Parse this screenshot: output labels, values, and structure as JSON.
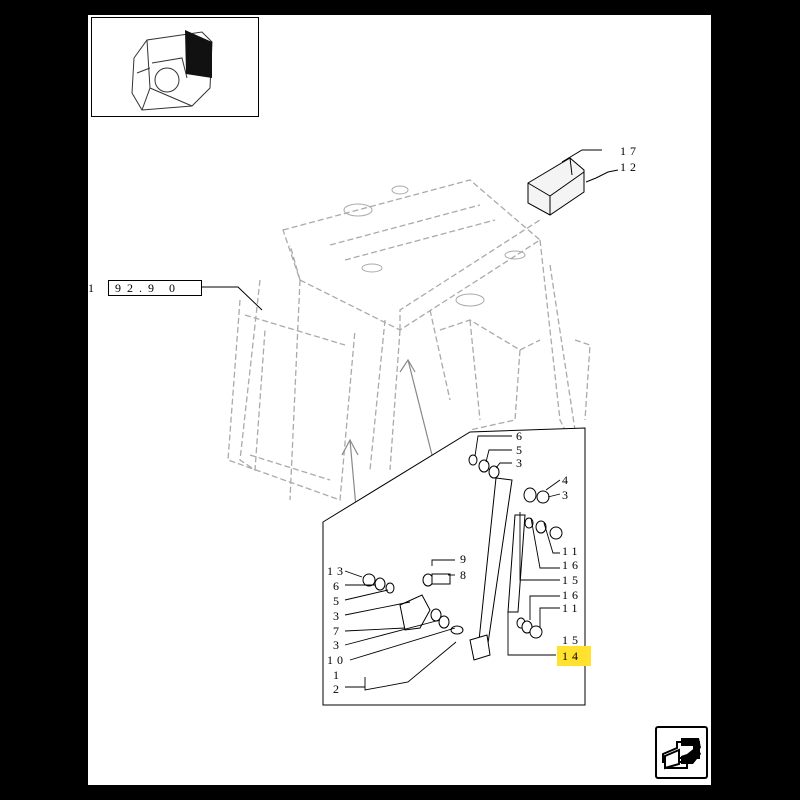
{
  "reference": {
    "prefix": "1",
    "code": "92.9 0"
  },
  "labels": {
    "l17": "17",
    "l12": "12",
    "l6a": "6",
    "l5a": "5",
    "l3a": "3",
    "l4": "4",
    "l3b": "3",
    "l11a": "11",
    "l16a": "16",
    "l15a": "15",
    "l16b": "16",
    "l11b": "11",
    "l15b": "15",
    "l14": "14",
    "l9": "9",
    "l8": "8",
    "l13": "13",
    "l6b": "6",
    "l5b": "5",
    "l3c": "3",
    "l7": "7",
    "l3d": "3",
    "l10": "10",
    "l1": "1",
    "l2": "2"
  },
  "highlight_color": "#ffe12e",
  "icons": {
    "thumbnail": "cab-thumbnail-icon",
    "next": "next-page-arrow-icon"
  }
}
